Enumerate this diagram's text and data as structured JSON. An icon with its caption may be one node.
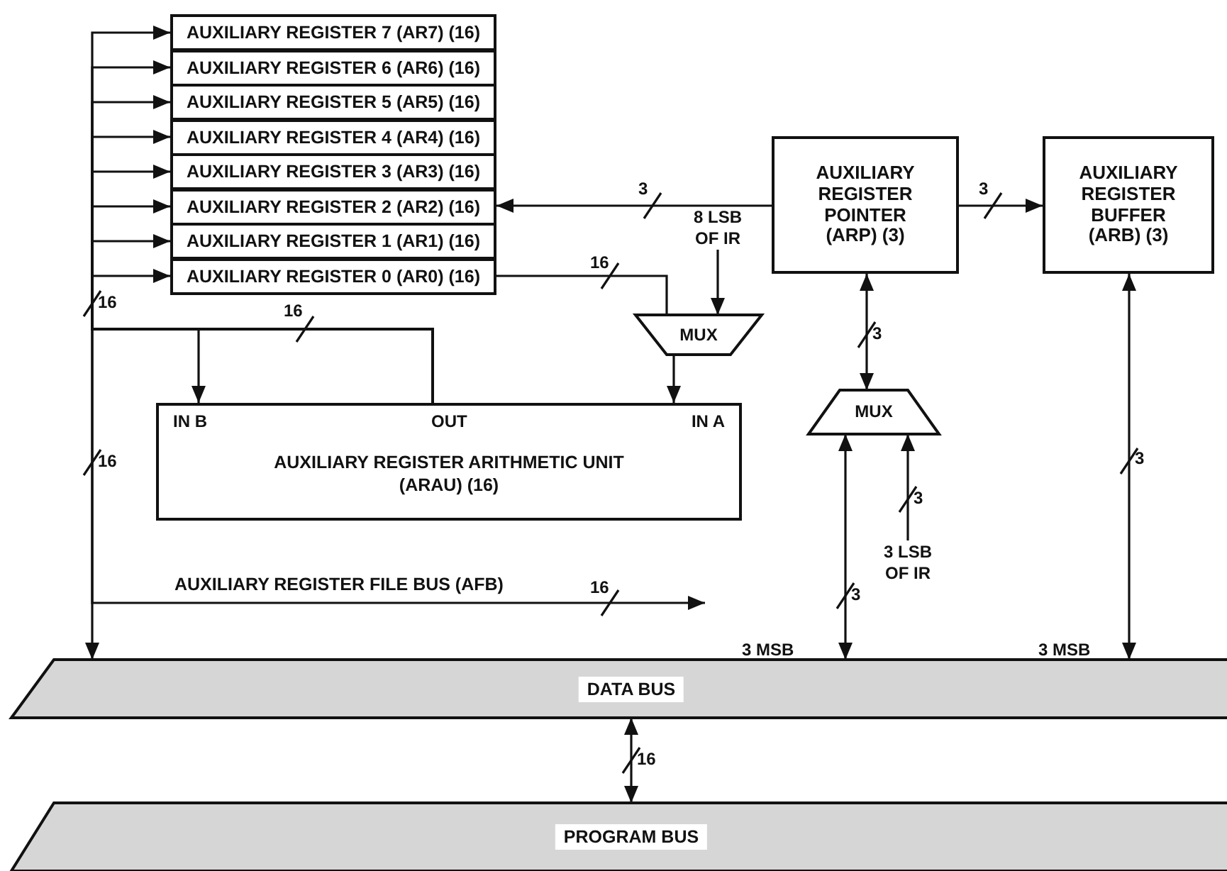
{
  "diagram": {
    "nodes": [
      {
        "text": [
          "AUXILIARY REGISTER 7 (AR7) (16)"
        ]
      },
      {
        "text": [
          "AUXILIARY REGISTER 6 (AR6) (16)"
        ]
      },
      {
        "text": [
          "AUXILIARY REGISTER 5 (AR5) (16)"
        ]
      },
      {
        "text": [
          "AUXILIARY REGISTER 4 (AR4) (16)"
        ]
      },
      {
        "text": [
          "AUXILIARY REGISTER 3 (AR3) (16)"
        ]
      },
      {
        "text": [
          "AUXILIARY REGISTER 2 (AR2) (16)"
        ]
      },
      {
        "text": [
          "AUXILIARY REGISTER 1 (AR1) (16)"
        ]
      },
      {
        "text": [
          "AUXILIARY REGISTER 0 (AR0) (16)"
        ]
      },
      {
        "text": [
          "AUXILIARY REGISTER POINTER (ARP) (3)"
        ]
      },
      {
        "text": [
          "AUXILIARY REGISTER BUFFER (ARB) (3)"
        ]
      },
      {
        "text": [
          "MUX"
        ]
      },
      {
        "text": [
          "8 LSB OF IR"
        ]
      },
      {
        "text": [
          "IN B",
          "OUT",
          "IN A",
          "AUXILIARY REGISTER ARITHMETIC UNIT (ARAU) (16)"
        ]
      },
      {
        "text": [
          "MUX"
        ]
      },
      {
        "text": [
          "3 LSB OF IR"
        ]
      },
      {
        "text": [
          "DATA BUS"
        ]
      },
      {
        "text": [
          "PROGRAM BUS"
        ]
      }
    ],
    "edges": [
      {
        "from": 12,
        "to": 0,
        "arrow": "to"
      },
      {
        "from": 12,
        "to": 1,
        "arrow": "to"
      },
      {
        "from": 12,
        "to": 2,
        "arrow": "to"
      },
      {
        "from": 12,
        "to": 3,
        "arrow": "to"
      },
      {
        "from": 12,
        "to": 4,
        "arrow": "to"
      },
      {
        "from": 12,
        "to": 5,
        "arrow": "to"
      },
      {
        "from": 12,
        "to": 6,
        "arrow": "to"
      },
      {
        "from": 12,
        "to": 7,
        "arrow": "to"
      },
      {
        "from": 12,
        "to": 12,
        "arrow": "to"
      },
      {
        "from": 12,
        "to": 15,
        "arrow": "to"
      },
      {
        "from": 12,
        "to": null,
        "arrow": "to",
        "label": "AUXILIARY REGISTER FILE BUS (AFB)"
      },
      {
        "from": 7,
        "to": 10,
        "arrow": "none"
      },
      {
        "from": 11,
        "to": 10,
        "arrow": "to"
      },
      {
        "from": 10,
        "to": 12,
        "arrow": "to"
      },
      {
        "from": 8,
        "to": 5,
        "arrow": "to"
      },
      {
        "from": 8,
        "to": 9,
        "arrow": "to"
      },
      {
        "from": 8,
        "to": 13,
        "arrow": "both"
      },
      {
        "from": 15,
        "to": 13,
        "arrow": "both"
      },
      {
        "from": 14,
        "to": 13,
        "arrow": "to"
      },
      {
        "from": 9,
        "to": 15,
        "arrow": "both"
      },
      {
        "from": 15,
        "to": 16,
        "arrow": "both"
      }
    ],
    "labels": [
      "3",
      "3",
      "16",
      "16",
      "16",
      "3",
      "16",
      "3",
      "3",
      "3",
      "16",
      "3 MSB",
      "3 MSB",
      "16"
    ]
  }
}
